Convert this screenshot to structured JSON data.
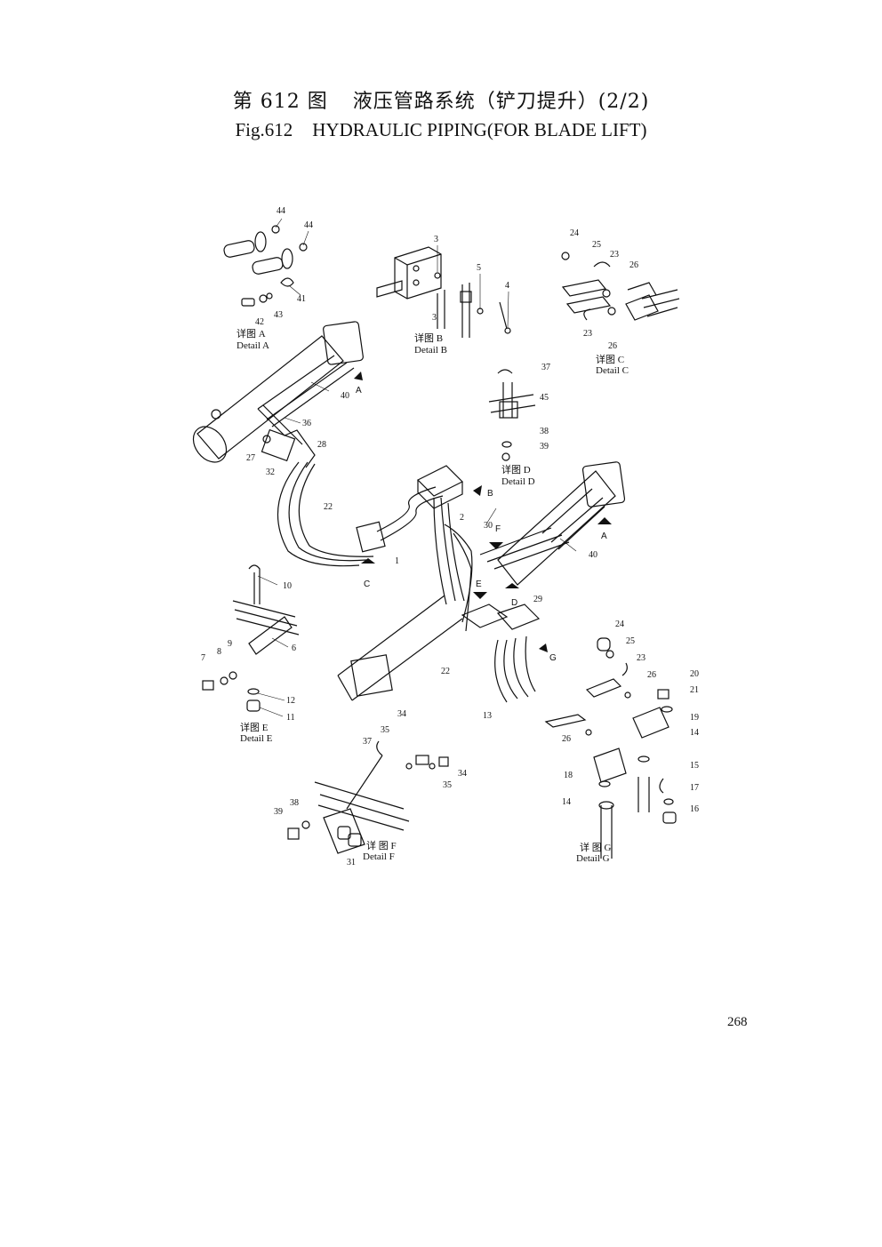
{
  "title": {
    "cn_fig": "第 612 图",
    "cn_text": "液压管路系统（铲刀提升）(2/2)",
    "en_fig": "Fig.612",
    "en_text": "HYDRAULIC PIPING(FOR BLADE LIFT)"
  },
  "page_number": "268",
  "details": {
    "A": {
      "cn": "详图 A",
      "en": "Detail A"
    },
    "B": {
      "cn": "详图 B",
      "en": "Detail B"
    },
    "C": {
      "cn": "详图 C",
      "en": "Detail C"
    },
    "D": {
      "cn": "详图 D",
      "en": "Detail D"
    },
    "E": {
      "cn": "详图 E",
      "en": "Detail E"
    },
    "F": {
      "cn": "详 图 F",
      "en": "Detail F"
    },
    "G": {
      "cn": "详 图 G",
      "en": "Detail G"
    }
  },
  "view_arrows": [
    "A",
    "B",
    "C",
    "D",
    "E",
    "F",
    "G",
    "A"
  ],
  "part_numbers": [
    "44",
    "44",
    "41",
    "42",
    "43",
    "3",
    "5",
    "4",
    "3",
    "24",
    "25",
    "23",
    "26",
    "23",
    "26",
    "40",
    "36",
    "28",
    "27",
    "32",
    "37",
    "45",
    "38",
    "39",
    "22",
    "2",
    "30",
    "1",
    "29",
    "40",
    "10",
    "6",
    "9",
    "8",
    "7",
    "12",
    "11",
    "22",
    "24",
    "25",
    "23",
    "26",
    "20",
    "21",
    "19",
    "14",
    "13",
    "34",
    "35",
    "37",
    "34",
    "35",
    "26",
    "18",
    "15",
    "14",
    "17",
    "16",
    "39",
    "38",
    "31"
  ]
}
